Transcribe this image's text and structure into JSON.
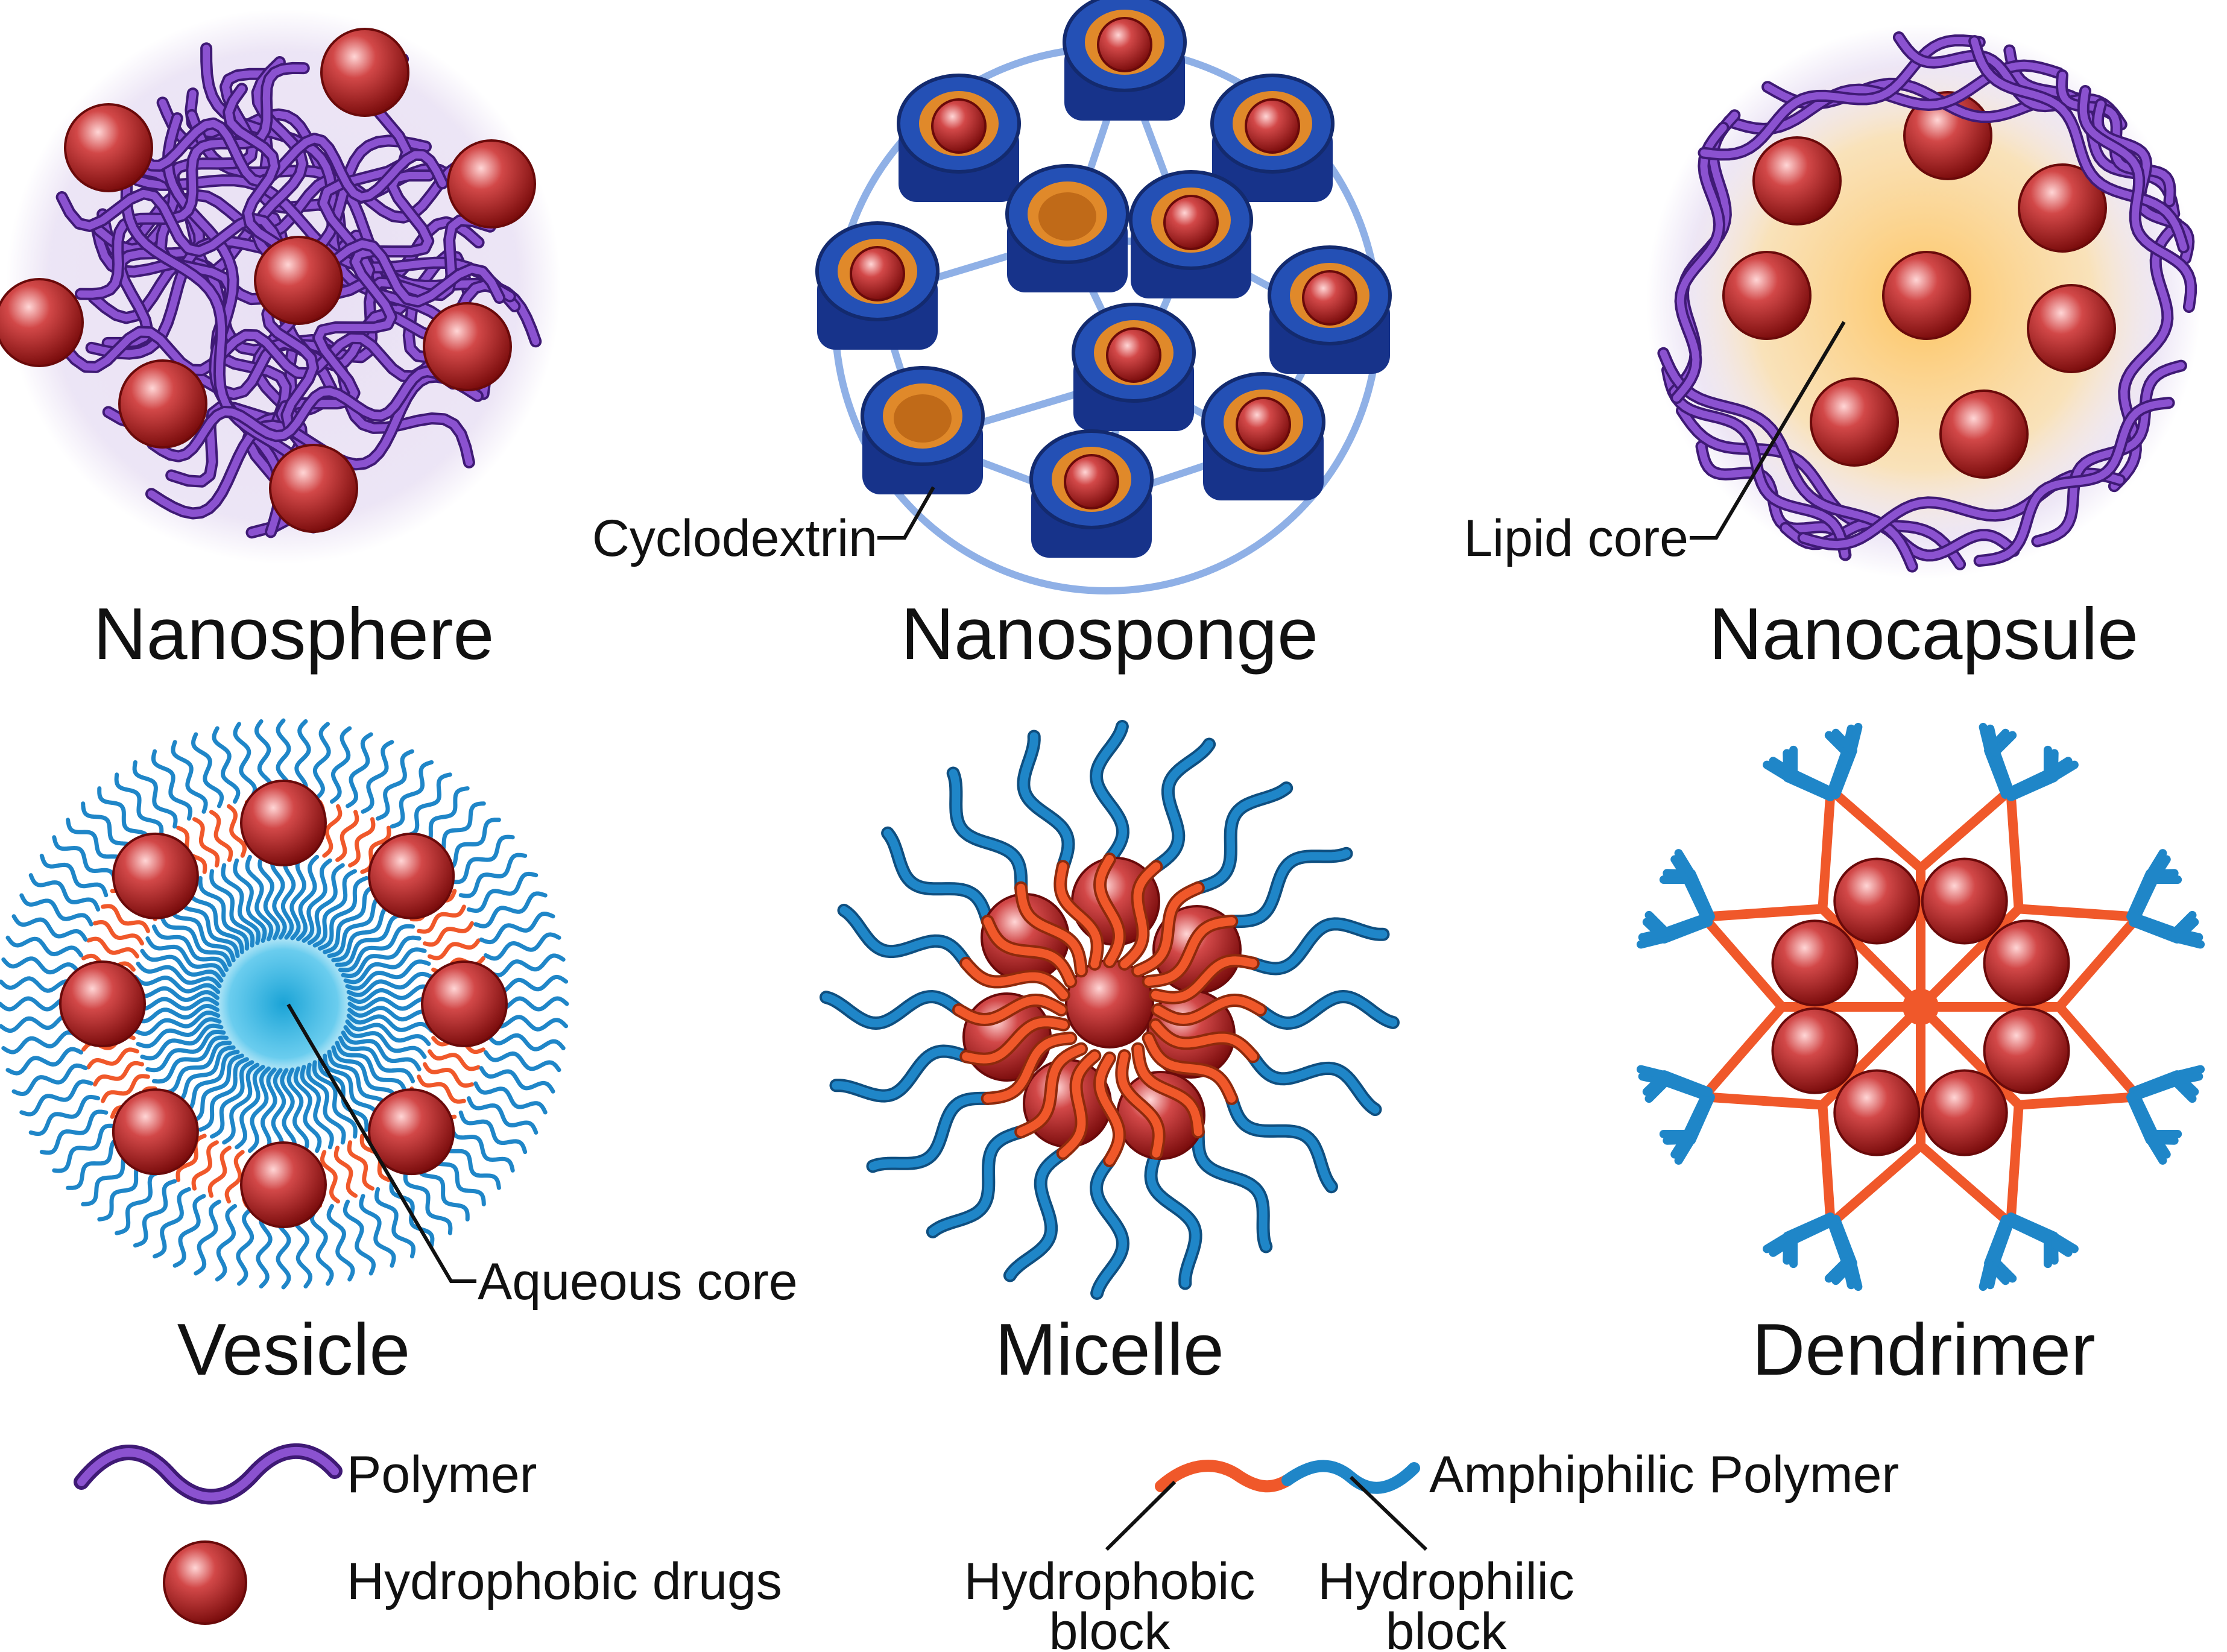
{
  "titles": {
    "nanosphere": "Nanosphere",
    "nanosponge": "Nanosponge",
    "nanocapsule": "Nanocapsule",
    "vesicle": "Vesicle",
    "micelle": "Micelle",
    "dendrimer": "Dendrimer"
  },
  "callouts": {
    "cyclodextrin": "Cyclodextrin",
    "lipid_core": "Lipid core",
    "aqueous_core": "Aqueous core"
  },
  "legend": {
    "polymer": "Polymer",
    "hydrophobic_drugs": "Hydrophobic drugs",
    "amphiphilic_polymer": "Amphiphilic Polymer",
    "hydrophobic_block_line1": "Hydrophobic",
    "hydrophobic_block_line2": "block",
    "hydrophilic_block_line1": "Hydrophilic",
    "hydrophilic_block_line2": "block"
  },
  "colors": {
    "polymer": "#7b3fbf",
    "drug": "#b01c1c",
    "hydrophobic": "#f0582a",
    "hydrophilic": "#1f86c8",
    "cyclodextrin_outer": "#1f3f9a",
    "cyclodextrin_inner": "#e0892a",
    "lipid_core": "#ffcf6a",
    "aqueous_core": "#1aa3d6"
  }
}
